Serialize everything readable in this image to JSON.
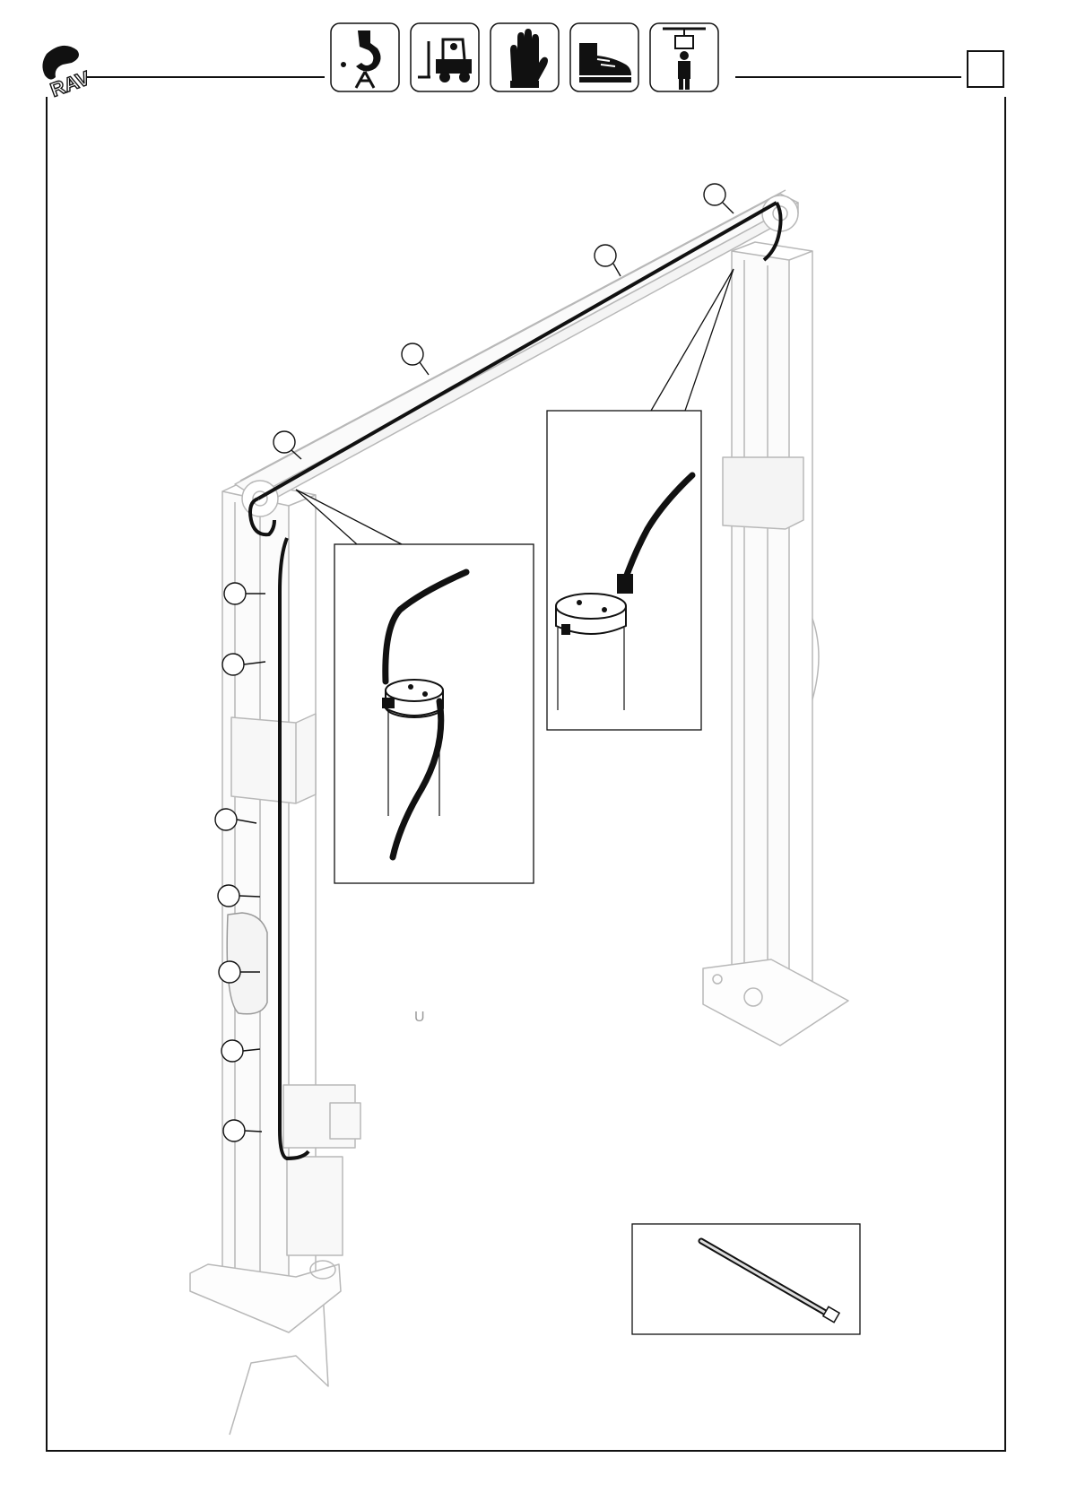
{
  "page": {
    "logo_name": "RAV",
    "step_number": "",
    "stray_mark": "U"
  },
  "safety_icons": [
    "crane-hook-icon",
    "forklift-icon",
    "protective-gloves-icon",
    "safety-shoes-icon",
    "suspended-load-icon"
  ],
  "figure": {
    "subject": "two-post-lift-hose-routing",
    "callout_count": 11,
    "detail_views": 3
  }
}
